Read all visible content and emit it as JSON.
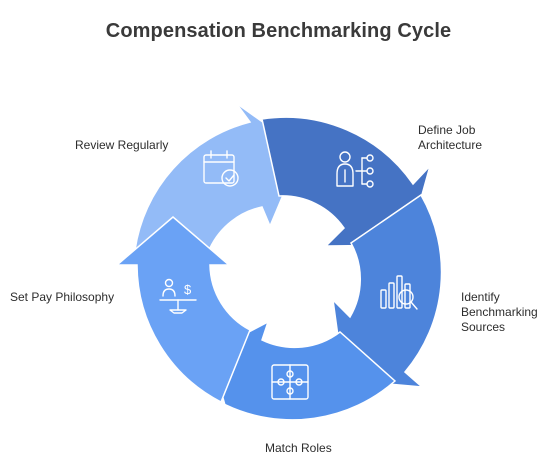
{
  "title": "Compensation Benchmarking Cycle",
  "steps": [
    {
      "label": "Define Job\nArchitecture",
      "icon": "org-chart-person-icon",
      "color": "#4573c4"
    },
    {
      "label": "Identify\nBenchmarking\nSources",
      "icon": "data-search-icon",
      "color": "#4d84db"
    },
    {
      "label": "Match Roles",
      "icon": "puzzle-icon",
      "color": "#5592ec"
    },
    {
      "label": "Set Pay Philosophy",
      "icon": "balance-scale-icon",
      "color": "#6aa2f5"
    },
    {
      "label": "Review Regularly",
      "icon": "calendar-check-icon",
      "color": "#93bbf7"
    }
  ]
}
